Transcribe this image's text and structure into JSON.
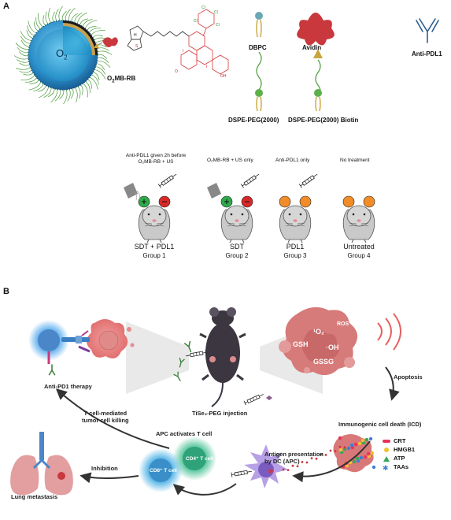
{
  "panel_a": {
    "letter": "A",
    "o2_label": "O",
    "o2_sub": "2",
    "o2mb_prefix": "O",
    "o2mb_sub": "2",
    "o2mb_suffix": "MB-RB",
    "dbpc": "DBPC",
    "avidin": "Avidin",
    "anti_pdl1": "Anti-PDL1",
    "dspe_peg": "DSPE-PEG(2000)",
    "dspe_peg_biotin": "DSPE-PEG(2000) Biotin",
    "groups": [
      {
        "caption": "Anti-PDL1 given 2h before O₂MB-RB + US",
        "title": "SDT + PDL1",
        "group": "Group 1"
      },
      {
        "caption": "O₂MB-RB + US only",
        "title": "SDT",
        "group": "Group 2"
      },
      {
        "caption": "Anti-PDL1 only",
        "title": "PDL1",
        "group": "Group 3"
      },
      {
        "caption": "No treatment",
        "title": "Untreated",
        "group": "Group 4"
      }
    ],
    "colors": {
      "tumor_positive": "#2eaa4a",
      "tumor_negative": "#d62828",
      "tumor_plain": "#f28c28",
      "avidin": "#c8383d"
    }
  },
  "panel_b": {
    "letter": "B",
    "anti_pd1_therapy": "Anti-PD1 therapy",
    "tise2_injection": "TiSe₂-PEG injection",
    "ros": "ROS",
    "o2": "¹O₂",
    "gsh": "GSH",
    "oh": "·OH",
    "gssg": "GSSG",
    "apoptosis": "Apoptosis",
    "icd": "Immunogenic cell death (ICD)",
    "legend": [
      "CRT",
      "HMGB1",
      "ATP",
      "TAAs"
    ],
    "legend_colors": [
      "#e8335a",
      "#f2c12e",
      "#3aa655",
      "#3f7fd6"
    ],
    "antigen_presentation_line1": "Antigen presentation",
    "antigen_presentation_line2": "by DC (APC)",
    "apc_activates": "APC activates T cell",
    "cd4": "CD4⁺ T cell",
    "cd8": "CD8⁺ T cell",
    "inhibition": "Inhibition",
    "lung_metastasis": "Lung metastasis",
    "killing_line1": "T cell-mediated",
    "killing_line2": "tumor cell killing"
  }
}
